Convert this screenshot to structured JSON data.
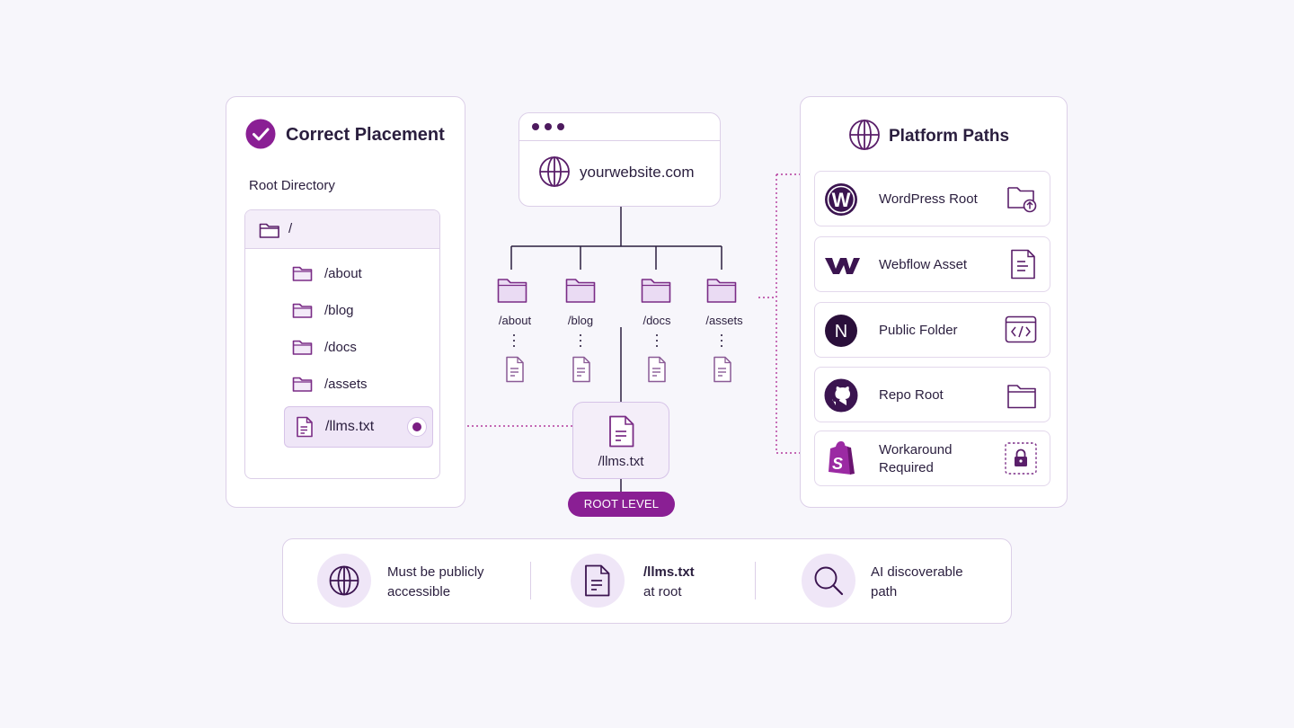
{
  "left_panel": {
    "title": "Correct Placement",
    "root_label": "Root Directory",
    "root_folder": "/",
    "folders": [
      "/about",
      "/blog",
      "/docs",
      "/assets"
    ],
    "file": "/llms.txt"
  },
  "site": {
    "url": "yourwebsite.com",
    "folders": [
      "/about",
      "/blog",
      "/docs",
      "/assets"
    ],
    "file": "/llms.txt",
    "badge": "ROOT LEVEL"
  },
  "right_panel": {
    "title": "Platform Paths",
    "platforms": [
      {
        "label": "WordPress Root",
        "logo": "wordpress-logo",
        "action": "folder-upload-icon"
      },
      {
        "label": "Webflow Asset",
        "logo": "webflow-logo",
        "action": "document-icon"
      },
      {
        "label": "Public Folder",
        "logo": "nextjs-logo",
        "action": "code-window-icon"
      },
      {
        "label": "Repo Root",
        "logo": "github-logo",
        "action": "folder-icon"
      },
      {
        "label": "Workaround Required",
        "logo": "shopify-logo",
        "action": "lock-icon"
      }
    ]
  },
  "bottom": {
    "items": [
      {
        "line1": "Must be publicly",
        "line2": "accessible",
        "icon": "globe-icon"
      },
      {
        "line1": "/llms.txt",
        "line2": "at root",
        "icon": "document-icon"
      },
      {
        "line1": "AI discoverable",
        "line2": "path",
        "icon": "search-icon"
      }
    ]
  },
  "colors": {
    "accent": "#8a1f94",
    "dark_purple": "#4d1a5e",
    "border": "#dccfe8",
    "soft_fill": "#efe6f7"
  }
}
